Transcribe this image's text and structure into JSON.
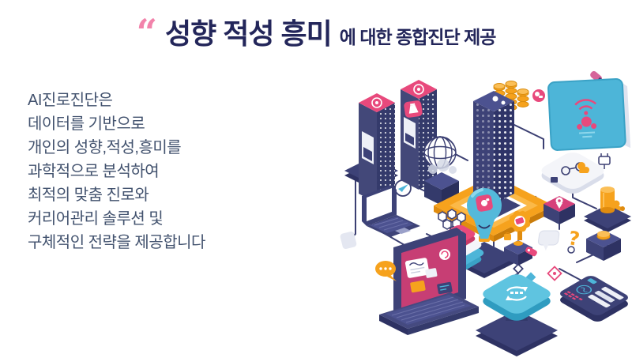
{
  "slide": {
    "header": {
      "quote_mark": "“",
      "title_highlight": "성향 적성 흥미",
      "title_suffix": "에 대한 종합진단 제공"
    },
    "body": {
      "lines": [
        "AI진로진단은",
        "데이터를 기반으로",
        "개인의 성향,적성,흥미를",
        "과학적으로 분석하여",
        "최적의 맞춤 진로와",
        "커리어관리 솔루션 및",
        "구체적인 전략을 제공합니다"
      ]
    },
    "illustration": {
      "description": "isometric network of AI career-diagnosis devices connected by circuit lines",
      "question_mark": "?",
      "elements": [
        "server-towers",
        "platform-tile-button",
        "wireframe-globe",
        "smoke-cube",
        "paper-plane-node",
        "city-building",
        "orange-platform",
        "coin-stack",
        "smart-monitor-wifi",
        "router-device",
        "database-cylinder",
        "idea-pin-bulb",
        "gear-on-cube",
        "location-pin-cube",
        "speech-bubble",
        "question-mark-icon",
        "coin-cube",
        "hexagon-molecule",
        "3d-printer",
        "laptop-small",
        "laptop-large",
        "chat-bubble-orange",
        "refresh-tile-pedestal",
        "data-tablet-brain",
        "network-lines",
        "pink-app-icon",
        "pink-circle-icon",
        "pink-brush-icon",
        "pink-tag-icon",
        "pink-diamond-node",
        "orange-critter-icons",
        "plug-icon",
        "gray-page-icon",
        "teal-node-dots"
      ]
    },
    "colors": {
      "title_navy": "#23265a",
      "quote_pink": "#f283ab",
      "body_text": "#42526e",
      "illus_navy": "#3d4277",
      "illus_navy_dark": "#2e3263",
      "illus_pink": "#e8497c",
      "illus_magenta_screen": "#c73e74",
      "illus_orange": "#f6a21d",
      "illus_teal": "#4db5d8",
      "line_color": "#3b3f72"
    }
  }
}
